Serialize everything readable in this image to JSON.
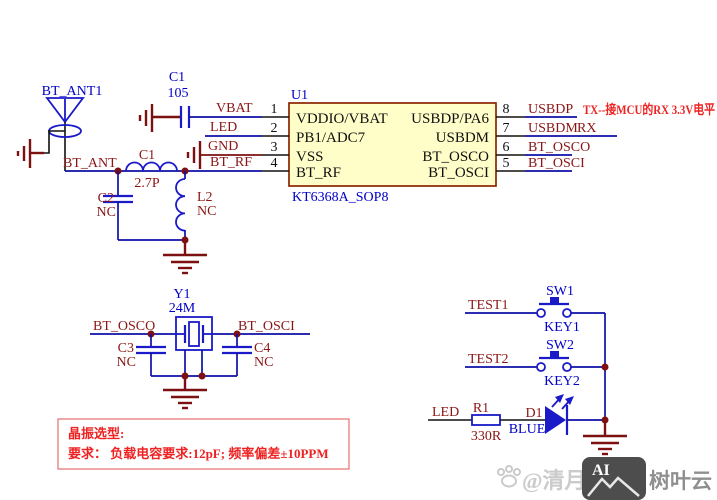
{
  "schematic": {
    "antenna": {
      "designator": "BT_ANT1",
      "net": "BT_ANT"
    },
    "power_cap": {
      "designator": "C1",
      "value": "105"
    },
    "chip": {
      "designator": "U1",
      "part": "KT6368A_SOP8",
      "left_pins": [
        {
          "num": "1",
          "name": "VDDIO/VBAT",
          "net": "VBAT"
        },
        {
          "num": "2",
          "name": "PB1/ADC7",
          "net": "LED"
        },
        {
          "num": "3",
          "name": "VSS",
          "net": "GND"
        },
        {
          "num": "4",
          "name": "BT_RF",
          "net": "BT_RF"
        }
      ],
      "right_pins": [
        {
          "num": "8",
          "name": "USBDP/PA6",
          "net": "USBDP"
        },
        {
          "num": "7",
          "name": "USBDM",
          "net": "USBDM"
        },
        {
          "num": "6",
          "name": "BT_OSCO",
          "net": "BT_OSCO"
        },
        {
          "num": "5",
          "name": "BT_OSCI",
          "net": "BT_OSCI"
        }
      ]
    },
    "rf_filter": {
      "series_ind": {
        "designator": "C1",
        "value": "2.7P"
      },
      "shunt_cap": {
        "designator": "C2",
        "value": "NC"
      },
      "shunt_ind": {
        "designator": "L2",
        "value": "NC"
      }
    },
    "crystal": {
      "designator": "Y1",
      "value": "24M",
      "left_net": "BT_OSCO",
      "right_net": "BT_OSCI",
      "cap_left": {
        "designator": "C3",
        "value": "NC"
      },
      "cap_right": {
        "designator": "C4",
        "value": "NC"
      }
    },
    "buttons": {
      "sw1": {
        "designator": "SW1",
        "value": "KEY1",
        "net": "TEST1"
      },
      "sw2": {
        "designator": "SW2",
        "value": "KEY2",
        "net": "TEST2"
      }
    },
    "led_circuit": {
      "net": "LED",
      "resistor": {
        "designator": "R1",
        "value": "330R"
      },
      "diode": {
        "designator": "D1",
        "value": "BLUE"
      }
    },
    "annotations": {
      "tx_note": "TX--接MCU的RX 3.3V电平",
      "rx_label": "RX",
      "note_title": "晶振选型:",
      "note_body": "要求： 负载电容要求:12pF; 频率偏差±10PPM"
    }
  },
  "watermark": {
    "handle": "@清月电子",
    "badge_label": "AI",
    "brand": "树叶云"
  },
  "colors": {
    "wire_blue": "#0f0fa8",
    "component_blue": "#1a1ac8",
    "net_label_maroon": "#8b1515",
    "annotation_red": "#ee2222",
    "chip_fill": "#fffec8",
    "chip_border": "#8b2500",
    "ground_maroon": "#7d1010"
  }
}
